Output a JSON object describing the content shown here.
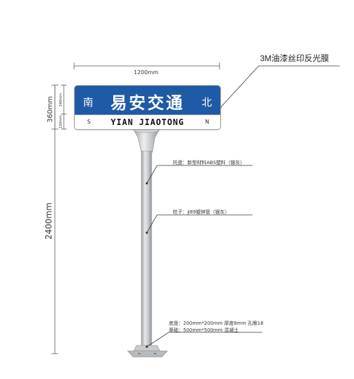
{
  "sign": {
    "chinese_name": "易安交通",
    "pinyin_name": "YIAN JIAOTONG",
    "dir_left_cn": "南",
    "dir_right_cn": "北",
    "dir_left_en": "S",
    "dir_right_en": "N",
    "top_color": "#1f5aa6"
  },
  "dimensions": {
    "width": "1200mm",
    "sign_height": "360mm",
    "top_height": "240mm",
    "bottom_height": "120mm",
    "pole_height": "2400mm"
  },
  "callouts": {
    "film": "3M油漆丝印反光膜",
    "tray": "托盘：新型材料ABS塑料（银灰）",
    "pole": "柱子：∮89镀锌管（银灰）",
    "base_plate": "底盘：200mm*200mm 厚度8mm 孔眼18",
    "foundation": "基础：500mm*500mm 混凝土"
  }
}
